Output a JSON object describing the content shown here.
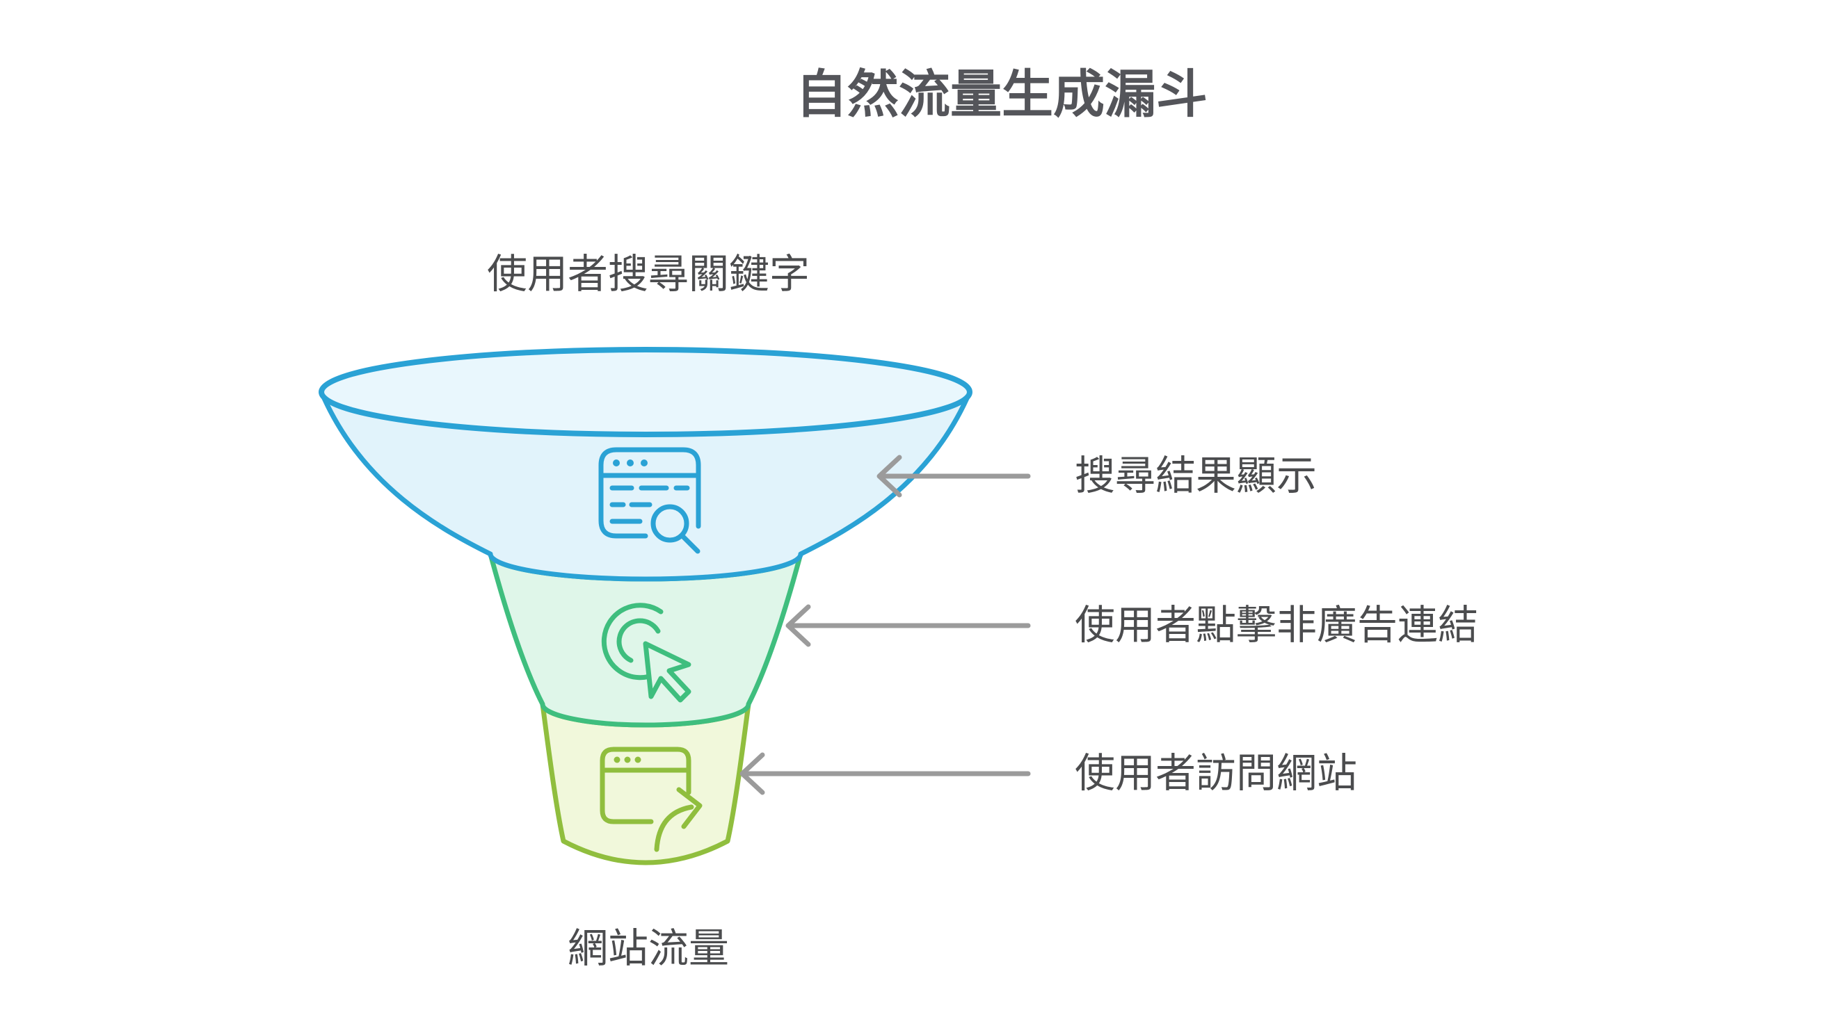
{
  "title": "自然流量生成漏斗",
  "funnel": {
    "top_label": "使用者搜尋關鍵字",
    "bottom_label": "網站流量",
    "opening_fill": "#E9F7FD",
    "arrow_color": "#9B9B9B",
    "stages": [
      {
        "label": "搜尋結果顯示",
        "icon": "search-results-page-icon",
        "fill": "#E1F3FB",
        "stroke": "#2AA2D5"
      },
      {
        "label": "使用者點擊非廣告連結",
        "icon": "cursor-click-icon",
        "fill": "#DFF6E9",
        "stroke": "#3FBE7E"
      },
      {
        "label": "使用者訪問網站",
        "icon": "browser-visit-icon",
        "fill": "#F1F8DB",
        "stroke": "#90BE3E"
      }
    ]
  }
}
